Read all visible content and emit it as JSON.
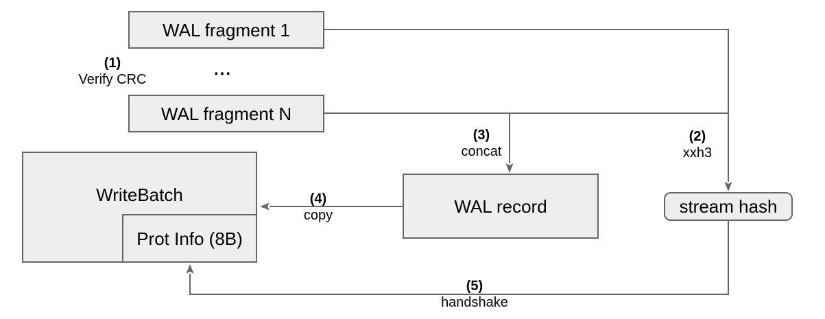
{
  "diagram": {
    "nodes": {
      "wal_fragment_1": "WAL fragment 1",
      "wal_fragment_n": "WAL fragment N",
      "write_batch": "WriteBatch",
      "prot_info": "Prot Info (8B)",
      "wal_record": "WAL record",
      "stream_hash": "stream hash"
    },
    "ellipsis": "...",
    "steps": {
      "s1": {
        "num": "(1)",
        "label": "Verify CRC"
      },
      "s2": {
        "num": "(2)",
        "label": "xxh3"
      },
      "s3": {
        "num": "(3)",
        "label": "concat"
      },
      "s4": {
        "num": "(4)",
        "label": "copy"
      },
      "s5": {
        "num": "(5)",
        "label": "handshake"
      }
    },
    "colors": {
      "node_fill": "#eeeeee",
      "node_border": "#666666",
      "connector": "#666666",
      "text": "#000000"
    }
  }
}
